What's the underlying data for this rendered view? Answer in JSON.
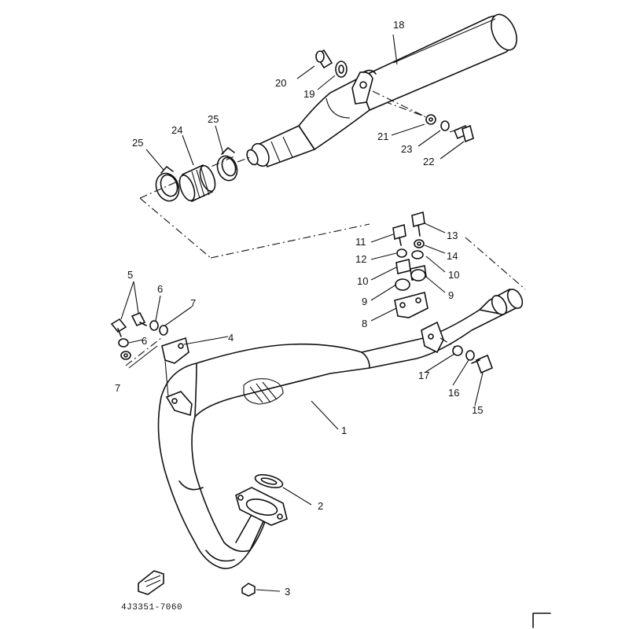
{
  "diagram": {
    "part_code": "4J3351-7060",
    "callouts": {
      "c1": "1",
      "c2": "2",
      "c3": "3",
      "c4": "4",
      "c5": "5",
      "c6a": "6",
      "c6b": "6",
      "c7a": "7",
      "c7b": "7",
      "c8": "8",
      "c9a": "9",
      "c9b": "9",
      "c10a": "10",
      "c10b": "10",
      "c11": "11",
      "c12": "12",
      "c13": "13",
      "c14": "14",
      "c15": "15",
      "c16": "16",
      "c17": "17",
      "c18": "18",
      "c19": "19",
      "c20": "20",
      "c21": "21",
      "c22": "22",
      "c23": "23",
      "c24": "24",
      "c25a": "25",
      "c25b": "25"
    }
  }
}
